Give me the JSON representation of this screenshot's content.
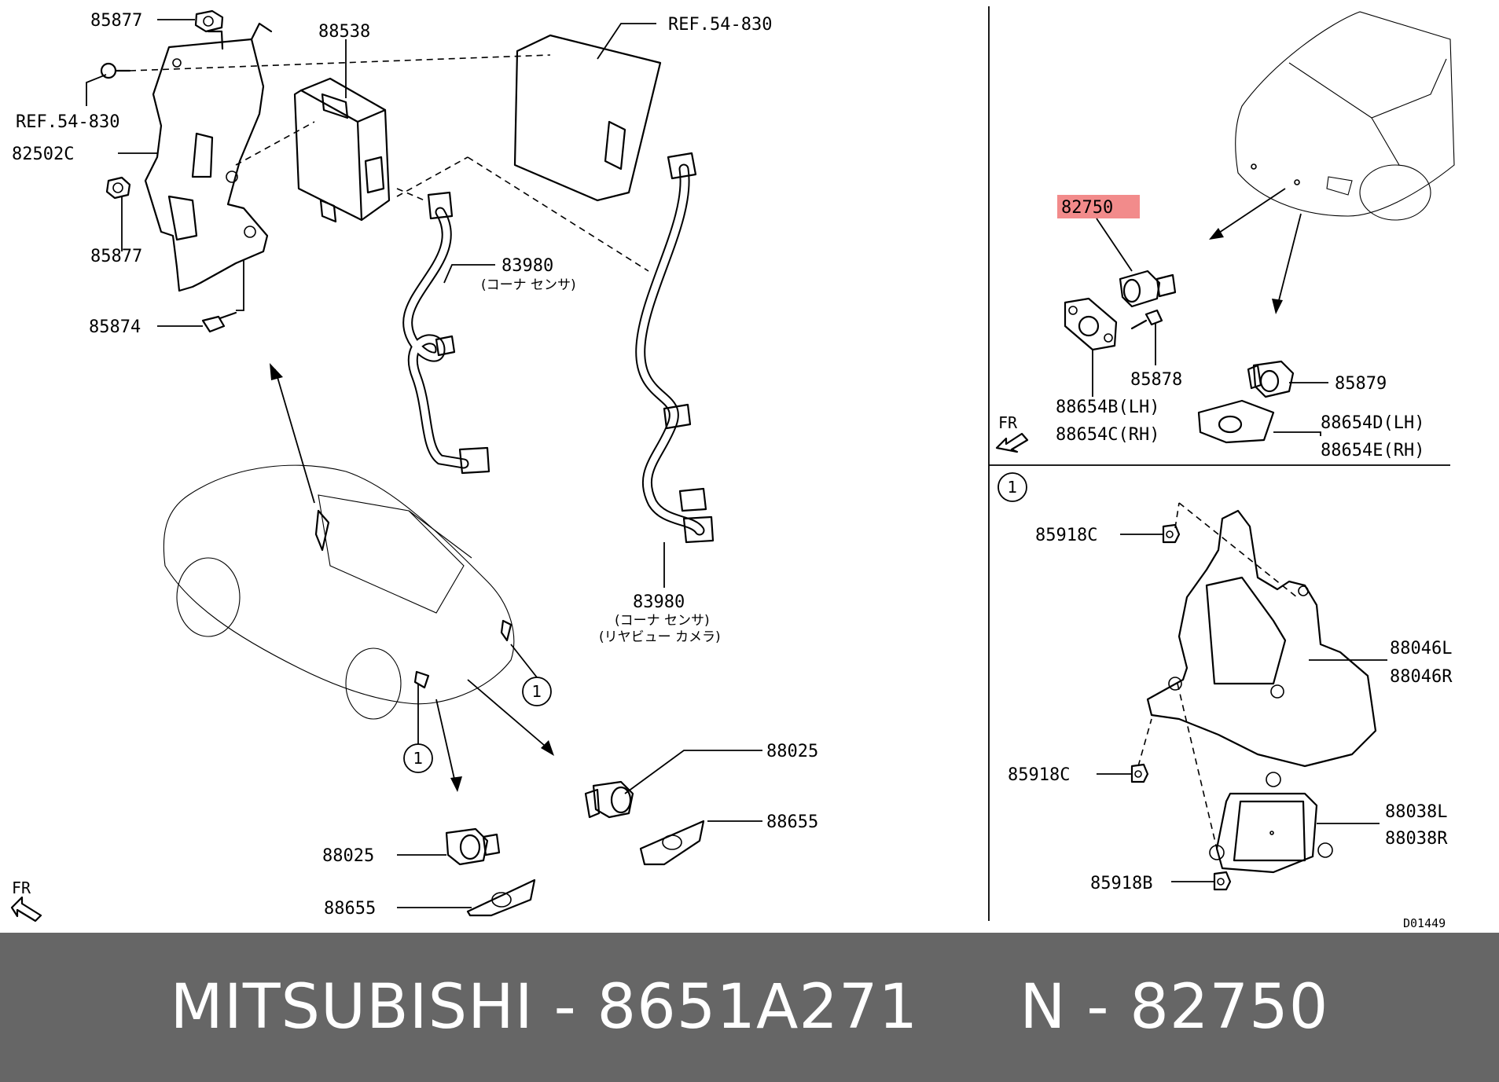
{
  "labels": {
    "p85877_top": "85877",
    "p88538": "88538",
    "ref_top": "REF.54-830",
    "ref_left": "REF.54-830",
    "p82502c": "82502C",
    "p85877_bot": "85877",
    "p85874": "85874",
    "p83980_a": "83980",
    "p83980_a_sub": "(コーナ センサ)",
    "p83980_b": "83980",
    "p83980_b_sub1": "(コーナ センサ)",
    "p83980_b_sub2": "(リヤビュー カメラ)",
    "p88025_r": "88025",
    "p88655_r": "88655",
    "p88025_l": "88025",
    "p88655_l": "88655",
    "p82750": "82750",
    "p85878": "85878",
    "p88654b": "88654B(LH)",
    "p88654c": "88654C(RH)",
    "p85879": "85879",
    "p88654d": "88654D(LH)",
    "p88654e": "88654E(RH)",
    "p85918c_1": "85918C",
    "p88046l": "88046L",
    "p88046r": "88046R",
    "p85918c_2": "85918C",
    "p88038l": "88038L",
    "p88038r": "88038R",
    "p85918b": "85918B"
  },
  "fr_label": "FR",
  "callout_number": "1",
  "diagram_code": "D01449",
  "highlight_color": "#f28b8b",
  "footer": {
    "text": "MITSUBISHI - 8651A271     N - 82750"
  }
}
